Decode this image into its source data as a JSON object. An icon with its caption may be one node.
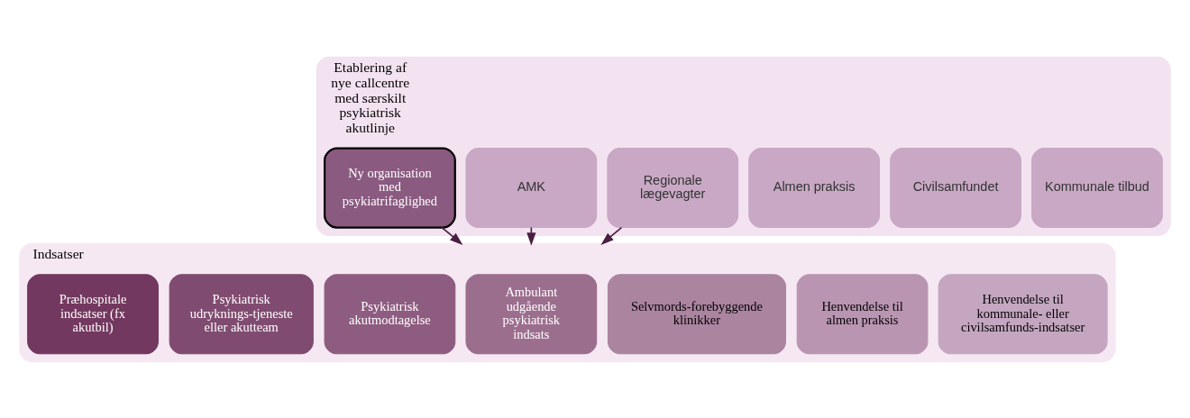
{
  "diagram": {
    "nodes": [
      {
        "text": [
          "Etablering af nye callcentre med særskilt psykiatrisk akutlinje"
        ]
      },
      {
        "text": [
          "Ny organisation med psykiatrifaglighed"
        ],
        "in": 0
      },
      {
        "text": [
          "AMK"
        ],
        "in": 0
      },
      {
        "text": [
          "Regionale lægevagter"
        ],
        "in": 0
      },
      {
        "text": [
          "Almen praksis"
        ],
        "in": 0
      },
      {
        "text": [
          "Civilsamfundet"
        ],
        "in": 0
      },
      {
        "text": [
          "Kommunale tilbud"
        ],
        "in": 0
      },
      {
        "text": [
          "Indsatser"
        ]
      },
      {
        "text": [
          "Præhospitale indsatser (fx akutbil)"
        ],
        "in": 7
      },
      {
        "text": [
          "Psykiatrisk udryknings-tjeneste eller akutteam"
        ],
        "in": 7
      },
      {
        "text": [
          "Psykiatrisk akutmodtagelse"
        ],
        "in": 7
      },
      {
        "text": [
          "Ambulant udgående psykiatrisk indsats"
        ],
        "in": 7
      },
      {
        "text": [
          "Selvmords-forebyggende klinikker"
        ],
        "in": 7
      },
      {
        "text": [
          "Henvendelse til almen praksis"
        ],
        "in": 7
      },
      {
        "text": [
          "Henvendelse til kommunale- eller civilsamfunds-indsatser"
        ],
        "in": 7
      }
    ],
    "edges": [
      {
        "from": 1,
        "to": 7,
        "arrow": "to"
      },
      {
        "from": 2,
        "to": 7,
        "arrow": "to"
      },
      {
        "from": 3,
        "to": 7,
        "arrow": "to"
      }
    ]
  }
}
